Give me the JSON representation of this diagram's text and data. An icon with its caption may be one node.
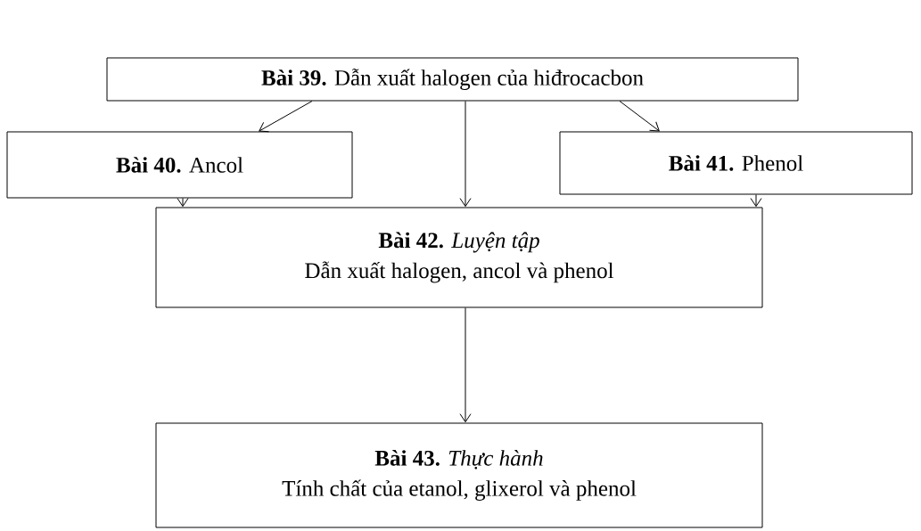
{
  "diagram": {
    "nodes": [
      {
        "text": [
          "**Bài 39.** Dẫn xuất halogen của hiđrocacbon"
        ]
      },
      {
        "text": [
          "**Bài 40.** Ancol"
        ]
      },
      {
        "text": [
          "**Bài 41.** Phenol"
        ]
      },
      {
        "text": [
          "**Bài 42.** *Luyện tập*",
          "Dẫn xuất halogen, ancol và phenol"
        ]
      },
      {
        "text": [
          "**Bài 43.** *Thực hành*",
          "Tính chất của etanol, glixerol và phenol"
        ]
      }
    ],
    "edges": [
      {
        "from": 0,
        "to": 1,
        "arrow": "to"
      },
      {
        "from": 0,
        "to": 2,
        "arrow": "to"
      },
      {
        "from": 0,
        "to": 3,
        "arrow": "to"
      },
      {
        "from": 1,
        "to": 3,
        "arrow": "to"
      },
      {
        "from": 2,
        "to": 3,
        "arrow": "to"
      },
      {
        "from": 3,
        "to": 4,
        "arrow": "to"
      }
    ]
  }
}
